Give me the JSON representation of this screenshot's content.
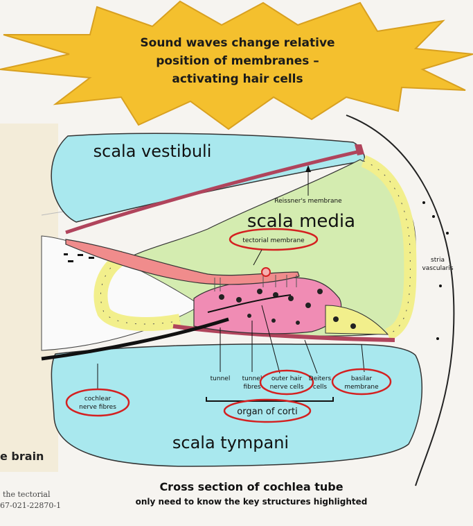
{
  "callout": {
    "line1": "Sound waves change relative",
    "line2": "position of membranes –",
    "line3": "activating hair cells"
  },
  "regions": {
    "scala_vestibuli": "scala vestibuli",
    "scala_media": "scala media",
    "scala_tympani": "scala tympani"
  },
  "labels": {
    "reissners_membrane": "Reissner's membrane",
    "tectorial_membrane": "tectorial membrane",
    "stria_line1": "stria",
    "stria_line2": "vascularis",
    "tunnel": "tunnel",
    "tunnel_fibres_line1": "tunnel",
    "tunnel_fibres_line2": "fibres",
    "outer_hair_line1": "outer hair",
    "outer_hair_line2": "nerve cells",
    "deiters_line1": "Deiters",
    "deiters_line2": "cells",
    "basilar_line1": "basilar",
    "basilar_line2": "membrane",
    "cochlear_line1": "cochlear",
    "cochlear_line2": "nerve fibres",
    "organ_of_corti": "organ of corti"
  },
  "side": {
    "brain_text": "e brain",
    "cite_line1": "the tectorial",
    "cite_line2": "67-021-22870-1"
  },
  "caption": {
    "title": "Cross section of cochlea tube",
    "subtitle": "only need to know the key structures highlighted"
  },
  "colors": {
    "fluid_blue": "#a9e8ee",
    "media_green": "#d4ecb0",
    "membrane_pink": "#f08c96",
    "membrane_dark": "#b0445c",
    "cell_yellow": "#f2ef8c",
    "callout_yellow": "#f4c02e",
    "highlight_red": "#d42020"
  }
}
